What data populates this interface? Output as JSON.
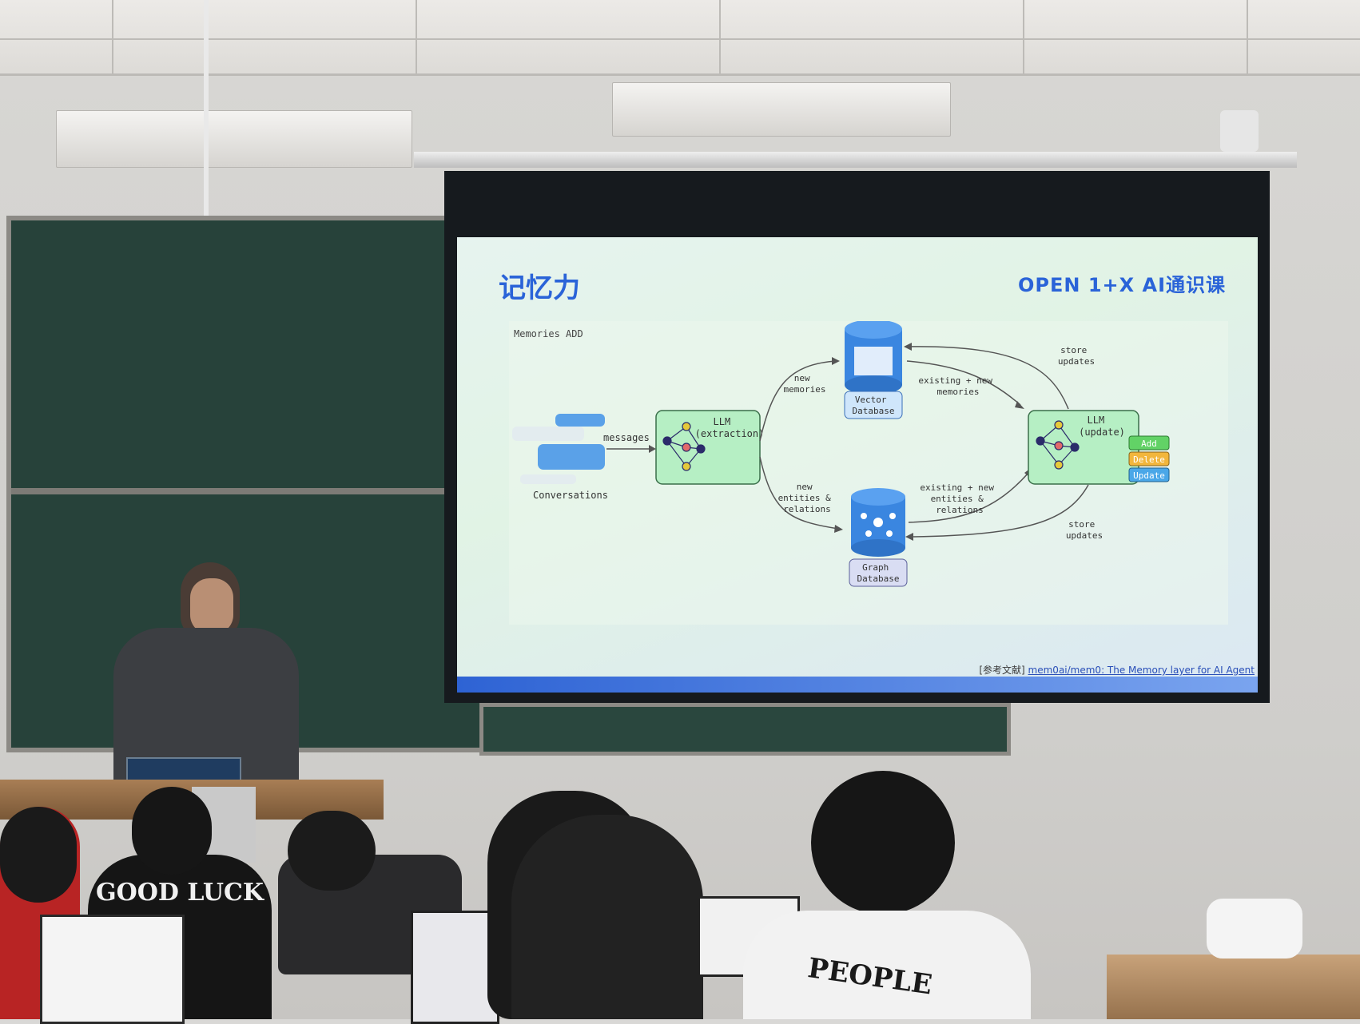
{
  "slide": {
    "title": "记忆力",
    "brand": "OPEN 1+X AI通识课",
    "footer_prefix": "[参考文献]",
    "footer_link": "mem0ai/mem0: The Memory layer for AI Agent",
    "diagram": {
      "heading": "Memories ADD",
      "conversations": "Conversations",
      "messages": "messages",
      "llm_extraction": [
        "LLM",
        "(extraction)"
      ],
      "new_memories": [
        "new",
        "memories"
      ],
      "vector_db": [
        "Vector",
        "Database"
      ],
      "graph_db": [
        "Graph",
        "Database"
      ],
      "new_entities": [
        "new",
        "entities &",
        "relations"
      ],
      "existing_memories": [
        "existing + new",
        "memories"
      ],
      "existing_entities": [
        "existing + new",
        "entities &",
        "relations"
      ],
      "store_updates_top": [
        "store",
        "updates"
      ],
      "store_updates_bottom": [
        "store",
        "updates"
      ],
      "llm_update": [
        "LLM",
        "(update)"
      ],
      "ops": [
        "Add",
        "Delete",
        "Update"
      ]
    }
  },
  "shirts": {
    "good_luck": "GOOD LUCK",
    "people": "PEOPLE"
  },
  "colors": {
    "accent": "#2a63d8",
    "llm_box": "#b6efc4",
    "db_blue": "#3a86e0",
    "op_add": "#62d266",
    "op_delete": "#f2b63c",
    "op_update": "#4aa7e8"
  }
}
